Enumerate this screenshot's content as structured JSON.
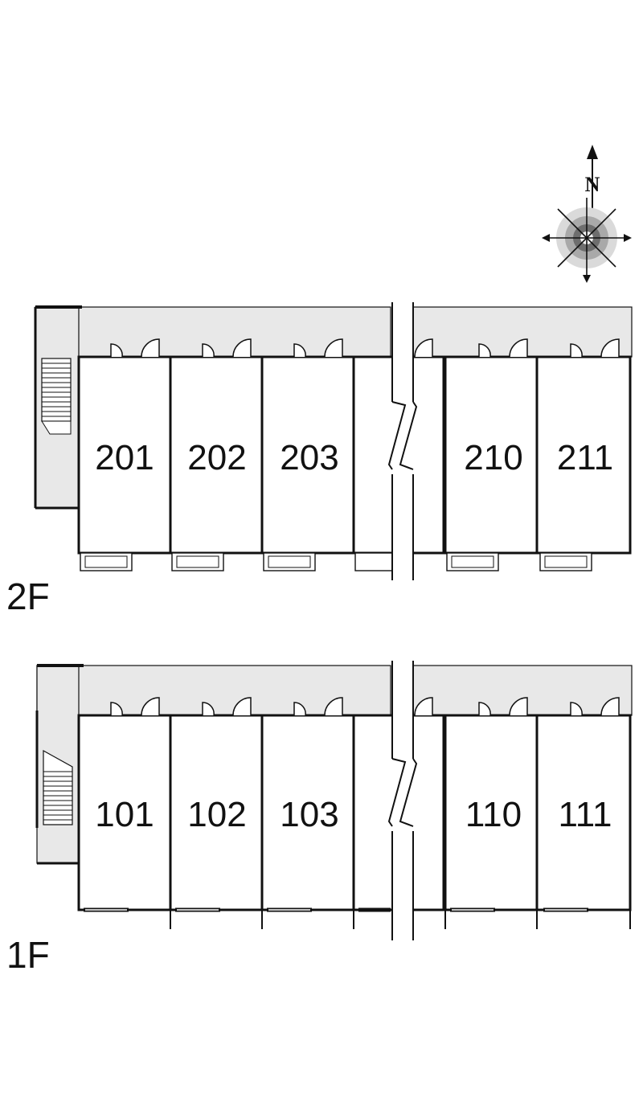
{
  "compass": {
    "north_label": "N",
    "icon": "compass-rose-icon",
    "colors": {
      "outer_ring": "#d4d4d4",
      "mid_ring": "#a9a9a9",
      "inner_ring": "#6e6e6e"
    }
  },
  "colors": {
    "walkway": "#e8e8e8",
    "wall": "#111111",
    "room_fill": "#ffffff"
  },
  "floors": [
    {
      "label": "2F",
      "rooms": [
        "201",
        "202",
        "203",
        "",
        "210",
        "211"
      ]
    },
    {
      "label": "1F",
      "rooms": [
        "101",
        "102",
        "103",
        "",
        "110",
        "111"
      ]
    }
  ]
}
